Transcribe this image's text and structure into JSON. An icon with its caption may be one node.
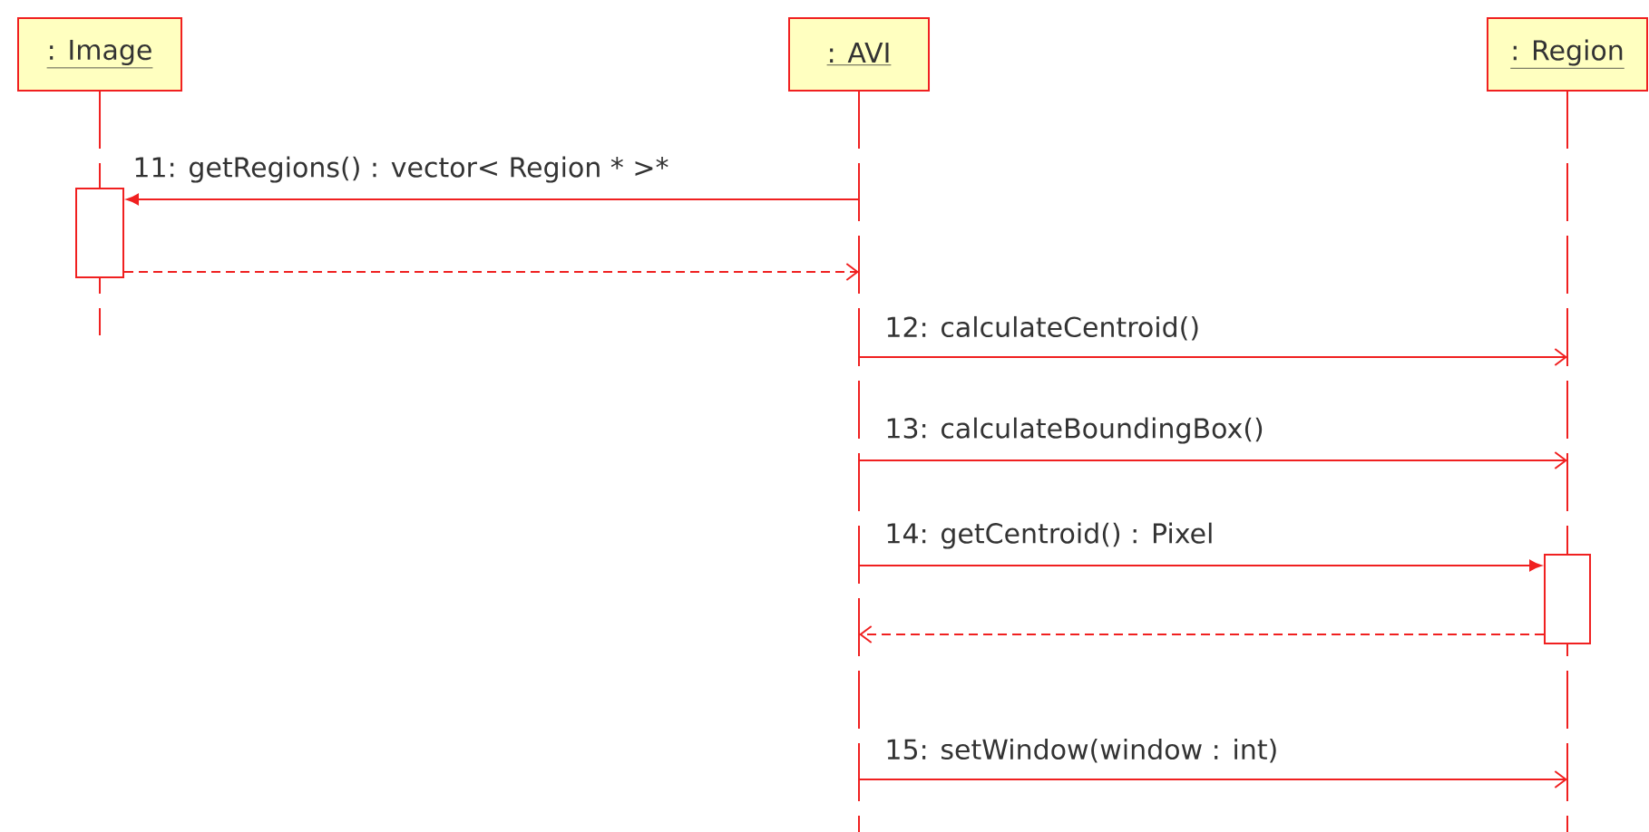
{
  "diagram": {
    "nodes": [
      {
        "text": [
          ": Image"
        ]
      },
      {
        "text": [
          ": AVI"
        ]
      },
      {
        "text": [
          ": Region"
        ]
      },
      {
        "text": [],
        "shape": "box",
        "in": 0
      },
      {
        "text": [],
        "shape": "box",
        "in": 2
      }
    ],
    "edges": [
      {
        "from": 1,
        "to": 3,
        "arrow": "to",
        "label": "11: getRegions() : vector< Region * >*"
      },
      {
        "from": 3,
        "to": 1,
        "arrow": "to",
        "style": "dashed"
      },
      {
        "from": 1,
        "to": 2,
        "arrow": "to",
        "label": "12: calculateCentroid()"
      },
      {
        "from": 1,
        "to": 2,
        "arrow": "to",
        "label": "13: calculateBoundingBox()"
      },
      {
        "from": 1,
        "to": 4,
        "arrow": "to",
        "label": "14: getCentroid() : Pixel"
      },
      {
        "from": 4,
        "to": 1,
        "arrow": "to",
        "style": "dashed"
      },
      {
        "from": 1,
        "to": 2,
        "arrow": "to",
        "label": "15: setWindow(window : int)"
      }
    ]
  }
}
